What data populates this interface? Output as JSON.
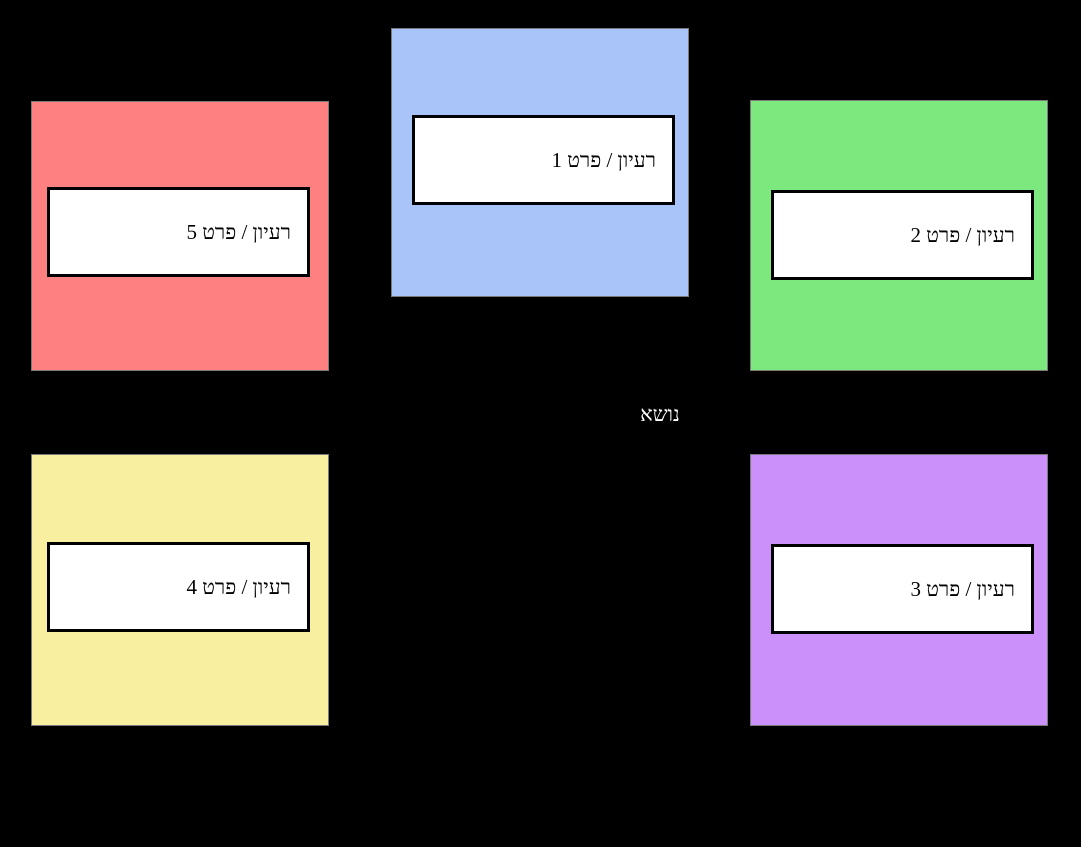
{
  "diagram": {
    "center": {
      "label": "נושא",
      "text_color": "#ffffff"
    },
    "background_color": "#000000",
    "nodes": [
      {
        "id": "node-blue",
        "label": "רעיון / פרט 1",
        "color": "#A8C4F8",
        "position": "top-center"
      },
      {
        "id": "node-green",
        "label": "רעיון / פרט 2",
        "color": "#7DE87D",
        "position": "top-left"
      },
      {
        "id": "node-purple",
        "label": "רעיון / פרט 3",
        "color": "#CC90FA",
        "position": "bottom-left"
      },
      {
        "id": "node-yellow",
        "label": "רעיון / פרט 4",
        "color": "#F8EFA0",
        "position": "bottom-right"
      },
      {
        "id": "node-red",
        "label": "רעיון / פרט 5",
        "color": "#FF8080",
        "position": "top-right"
      }
    ]
  }
}
